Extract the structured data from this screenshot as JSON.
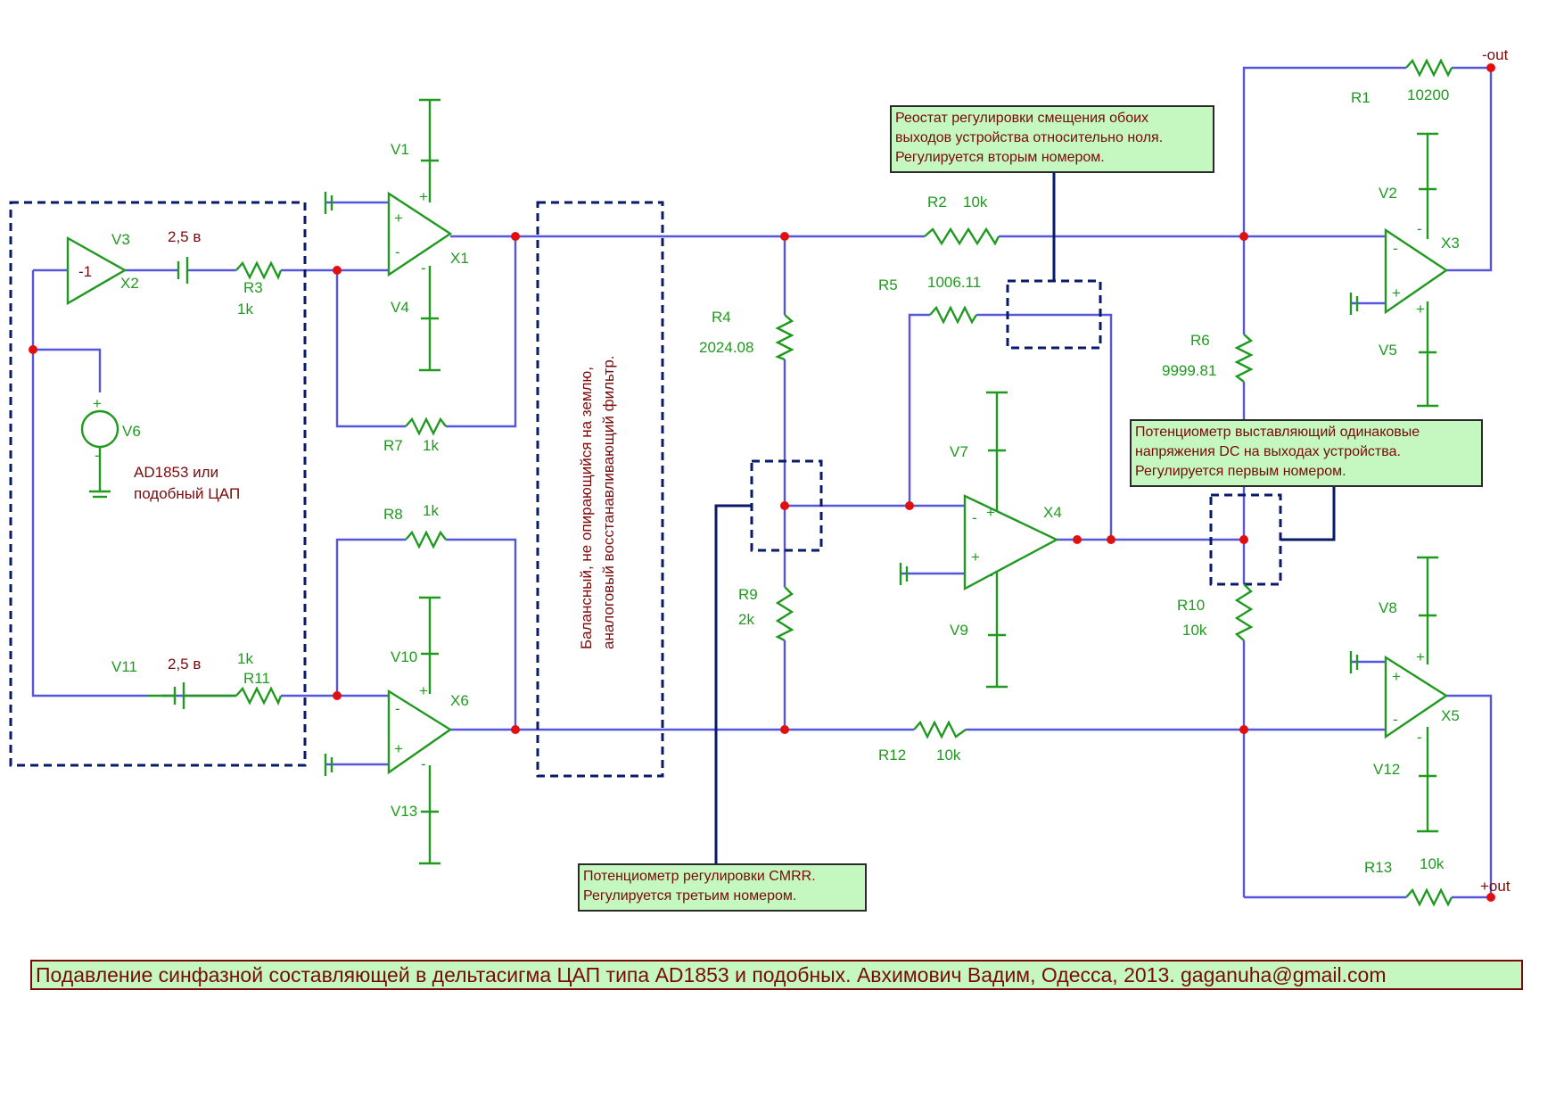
{
  "title": "Подавление синфазной составляющей в дельтасигма ЦАП типа AD1853 и подобных. Авхимович Вадим, Одесса, 2013. gaganuha@gmail.com",
  "notes": {
    "rheostat": [
      "Реостат регулировки смещения обоих",
      "выходов устройства относительно ноля.",
      "Регулируется вторым номером."
    ],
    "pot_dc": [
      "Потенциометр выставляющий одинаковые",
      "напряжения DC на выходах устройства.",
      "Регулируется первым номером."
    ],
    "pot_cmrr": [
      "Потенциометр регулировки CMRR.",
      "Регулируется третьим номером."
    ]
  },
  "dac_label": [
    "AD1853 или",
    "подобный ЦАП"
  ],
  "filter_label": [
    "Балансный, не опирающийся на землю,",
    "аналоговый восстанавливающий фильтр."
  ],
  "outputs": {
    "minus": "-out",
    "plus": "+out"
  },
  "components": {
    "R1": "R1",
    "R1v": "10200",
    "R2": "R2",
    "R2v": "10k",
    "R3": "R3",
    "R3v": "1k",
    "R4": "R4",
    "R4v": "2024.08",
    "R5": "R5",
    "R5v": "1006.11",
    "R6": "R6",
    "R6v": "9999.81",
    "R7": "R7",
    "R7v": "1k",
    "R8": "R8",
    "R8v": "1k",
    "R9": "R9",
    "R9v": "2k",
    "R10": "R10",
    "R10v": "10k",
    "R11": "R11",
    "R11v": "1k",
    "R12": "R12",
    "R12v": "10k",
    "R13": "R13",
    "R13v": "10k",
    "V1": "V1",
    "V2": "V2",
    "V3": "V3",
    "V3v": "2,5 в",
    "V4": "V4",
    "V5": "V5",
    "V6": "V6",
    "V7": "V7",
    "V8": "V8",
    "V9": "V9",
    "V10": "V10",
    "V11": "V11",
    "V11v": "2,5 в",
    "V12": "V12",
    "V13": "V13",
    "X1": "X1",
    "X2": "X2",
    "X2v": "-1",
    "X3": "X3",
    "X4": "X4",
    "X5": "X5",
    "X6": "X6"
  },
  "colors": {
    "wire": "#5555dd",
    "component": "#1f9a1f",
    "junction": "#e01010",
    "note_bg": "#c5f7c0",
    "text": "#7a0a0a"
  }
}
